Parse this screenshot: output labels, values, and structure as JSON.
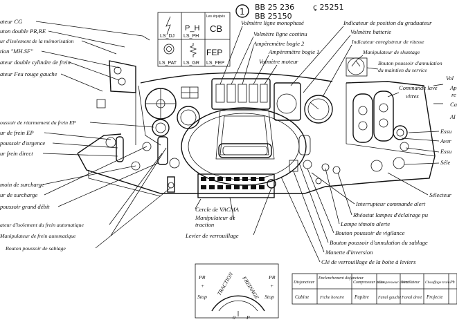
{
  "header": {
    "badge": "1",
    "locos_left": [
      "BB 25 236",
      "BB 25150"
    ],
    "locos_right": "ç 25251"
  },
  "symbols": {
    "ls_dj": "LS_DJ",
    "ls_ph": "LS_PH",
    "p_h": "P_H",
    "cb_top": "Les équipés",
    "cb": "CB",
    "ls_pat": "LS_PAT",
    "ls_gr": "LS_GR",
    "fep": "FEP",
    "ls_fep": "LS_FEP"
  },
  "labels_left": [
    "ateur CG",
    "uton double PR,RE",
    "ur d'isolement de la mémorisation",
    "tion \"MH.SF\"",
    "ateur double cylindre de frein",
    "ateur Feu rouge gauche",
    "oussoir de réarmement du frein EP",
    "ur de frein EP",
    "poussoir d'urgence",
    "ur frein direct",
    "moin de surcharge",
    "ur de surcharge",
    "poussoir grand débit",
    "ateur d'isolement du frein automatique",
    "Manipulateur de frein automatique",
    "Bouton poussoir de sablage"
  ],
  "labels_top": [
    "Volmètre ligne monophasé",
    "Volmètre ligne continu",
    "Ampèremètre bogie 2",
    "Ampèremètre bogie 1",
    "Volmètre moteur"
  ],
  "labels_right_top": [
    "Indicateur de position du graduateur",
    "Volmètre batterie",
    "Indicateur enregistreur de vitesse",
    "Manipulateur de shuntage",
    "Bouton poussoir d'annulation",
    "du maintien du service",
    "Commande lave",
    "vitres",
    "Essu",
    "Aver",
    "Essu",
    "Séle",
    "Sélecteur",
    "Vol",
    "Ap",
    "re",
    "Ca",
    "Al"
  ],
  "labels_bottom": [
    "Cercle de VACMA",
    "Manipulateur de",
    "traction",
    "Levier de verrouillage",
    "Interrupteur commande alert",
    "Rhéostat lampes d'éclairage pu",
    "Lampe témoin alerte",
    "Bouton poussoir de vigilance",
    "Bouton poussoir d'annulation du sablage",
    "Manette d'inversion",
    "Clé de verrouillage de la boite à leviers"
  ],
  "dial": {
    "pr_left": "PR",
    "plus_left": "+",
    "stop_left": "Stop",
    "traction": "TRACTION",
    "freinage": "FREINAGE",
    "pr_right": "PR",
    "plus_right": "+",
    "stop_right": "Stop",
    "zero": "0",
    "p": "P"
  },
  "legend_table": {
    "row1": [
      "Disjoncteur",
      "Enclenchement disjoncteur",
      "Compresseur auto",
      "Compresseur direct",
      "Ventilateur",
      "Chauffage train",
      "Ph"
    ],
    "row2": [
      "Cabine",
      "Fiche horaire",
      "Pupitre",
      "Fanal gauche",
      "Fanal droit",
      "Projecte"
    ]
  }
}
